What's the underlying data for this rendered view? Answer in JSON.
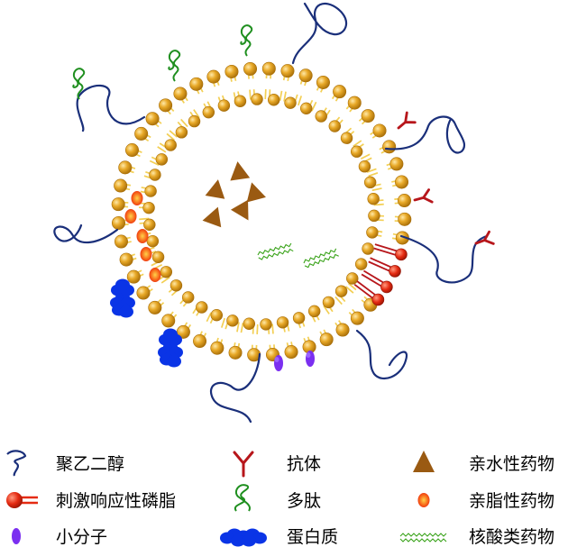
{
  "legend": [
    {
      "key": "peg",
      "label": "聚乙二醇",
      "icon": "peg-chain-icon"
    },
    {
      "key": "antibody",
      "label": "抗体",
      "icon": "antibody-icon"
    },
    {
      "key": "hydrophilic",
      "label": "亲水性药物",
      "icon": "triangle-icon"
    },
    {
      "key": "responsive",
      "label": "刺激响应性磷脂",
      "icon": "phospholipid-icon"
    },
    {
      "key": "peptide",
      "label": "多肽",
      "icon": "peptide-coil-icon"
    },
    {
      "key": "lipophilic",
      "label": "亲脂性药物",
      "icon": "oval-drug-icon"
    },
    {
      "key": "small",
      "label": "小分子",
      "icon": "small-molecule-icon"
    },
    {
      "key": "protein",
      "label": "蛋白质",
      "icon": "protein-blob-icon"
    },
    {
      "key": "nucleic",
      "label": "核酸类药物",
      "icon": "zigzag-icon"
    }
  ],
  "colors": {
    "head": "#e3a21f",
    "head_dark": "#a86e08",
    "tail": "#f3cf54",
    "peg": "#1a2f7a",
    "antibody": "#b7161b",
    "responsive_head": "#e52b12",
    "peptide": "#1f8f1f",
    "triangle": "#9a5a12",
    "lipophilic": "#f2340f",
    "small": "#7b2ff0",
    "protein": "#0a34e6",
    "nucleic": "#3aa31a"
  }
}
